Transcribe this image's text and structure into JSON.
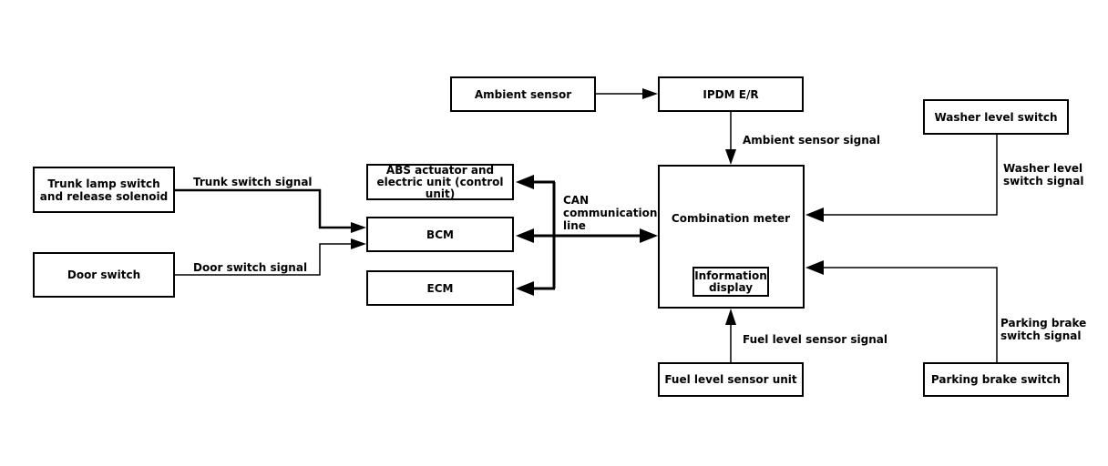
{
  "components": {
    "ambient_sensor": "Ambient sensor",
    "ipdm_er": "IPDM E/R",
    "washer_level_switch": "Washer level switch",
    "trunk_lamp_switch": "Trunk lamp switch\nand release solenoid",
    "door_switch": "Door switch",
    "abs_actuator": "ABS actuator and\nelectric unit (control unit)",
    "bcm": "BCM",
    "ecm": "ECM",
    "combination_meter": "Combination meter",
    "information_display": "Information\ndisplay",
    "fuel_level_sensor_unit": "Fuel level sensor unit",
    "parking_brake_switch": "Parking brake switch"
  },
  "signals": {
    "ambient_sensor_signal": "Ambient sensor signal",
    "washer_level_switch_signal": "Washer level\nswitch signal",
    "trunk_switch_signal": "Trunk switch signal",
    "door_switch_signal": "Door switch signal",
    "can_line": "CAN\ncommunication\nline",
    "fuel_level_sensor_signal": "Fuel level sensor signal",
    "parking_brake_switch_signal": "Parking brake\nswitch signal"
  }
}
